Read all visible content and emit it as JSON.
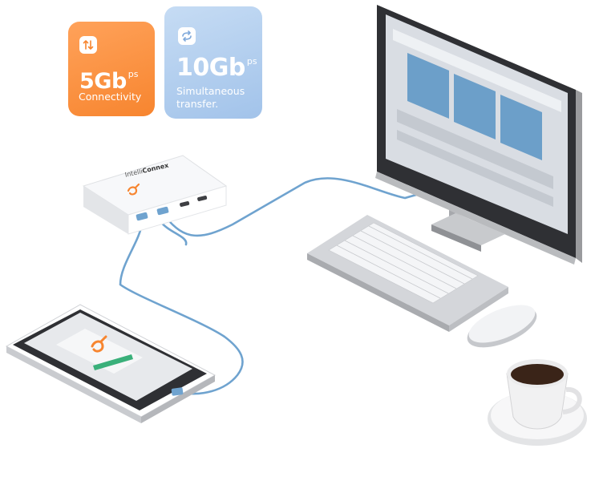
{
  "cards": {
    "connectivity": {
      "speed": "5Gb",
      "unit": "ps",
      "label": "Connectivity",
      "color": "#f7852f"
    },
    "transfer": {
      "speed": "10Gb",
      "unit": "ps",
      "label_line1": "Simultaneous",
      "label_line2": "transfer.",
      "color": "#a2c3ea"
    }
  },
  "hub": {
    "brand_prefix": "Intelli",
    "brand_name": "Connex"
  },
  "icons": [
    "updown-arrows-icon",
    "sync-arrows-icon",
    "brand-logo-icon"
  ]
}
